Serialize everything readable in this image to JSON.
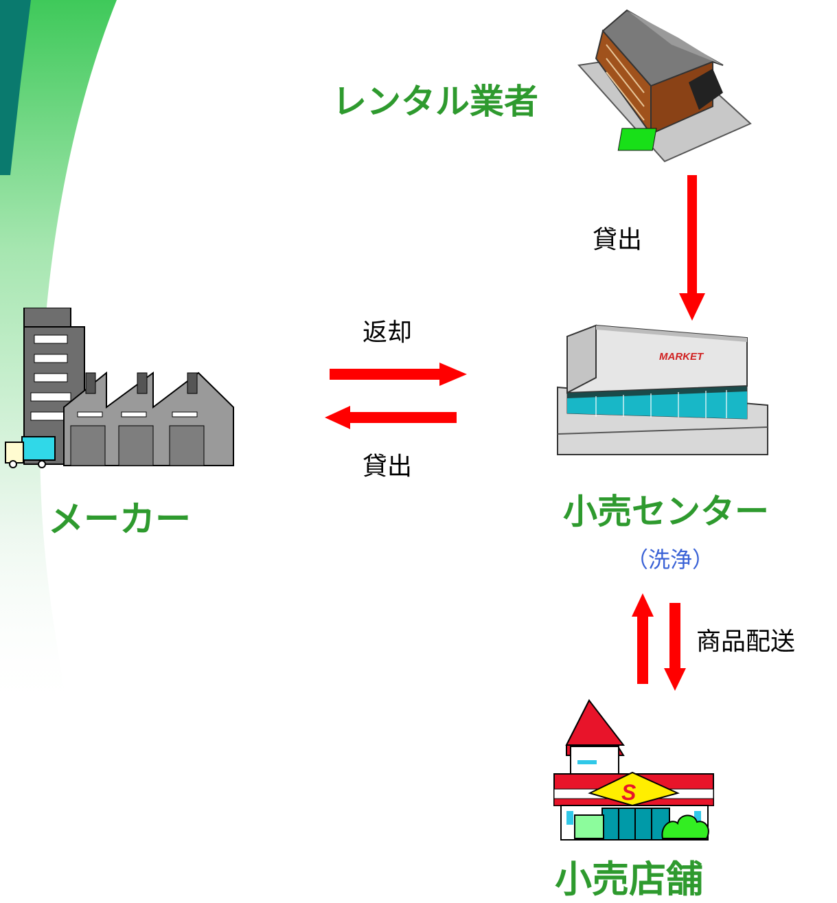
{
  "nodes": {
    "rental": "レンタル業者",
    "maker": "メーカー",
    "retail_center": "小売センター",
    "retail_center_note": "（洗浄）",
    "retail_store": "小売店舗"
  },
  "edges": {
    "rental_to_center": "貸出",
    "maker_return": "返却",
    "center_to_maker": "貸出",
    "delivery": "商品配送"
  },
  "store_sign": {
    "letter": "S"
  },
  "market_sign": {
    "text": "MARKET"
  },
  "colors": {
    "arrow": "#ff0000",
    "label_green": "#2e9a2e",
    "note_blue": "#3a62d6",
    "swoosh_dark": "#0a7a6e",
    "swoosh_green": "#56cf70"
  }
}
